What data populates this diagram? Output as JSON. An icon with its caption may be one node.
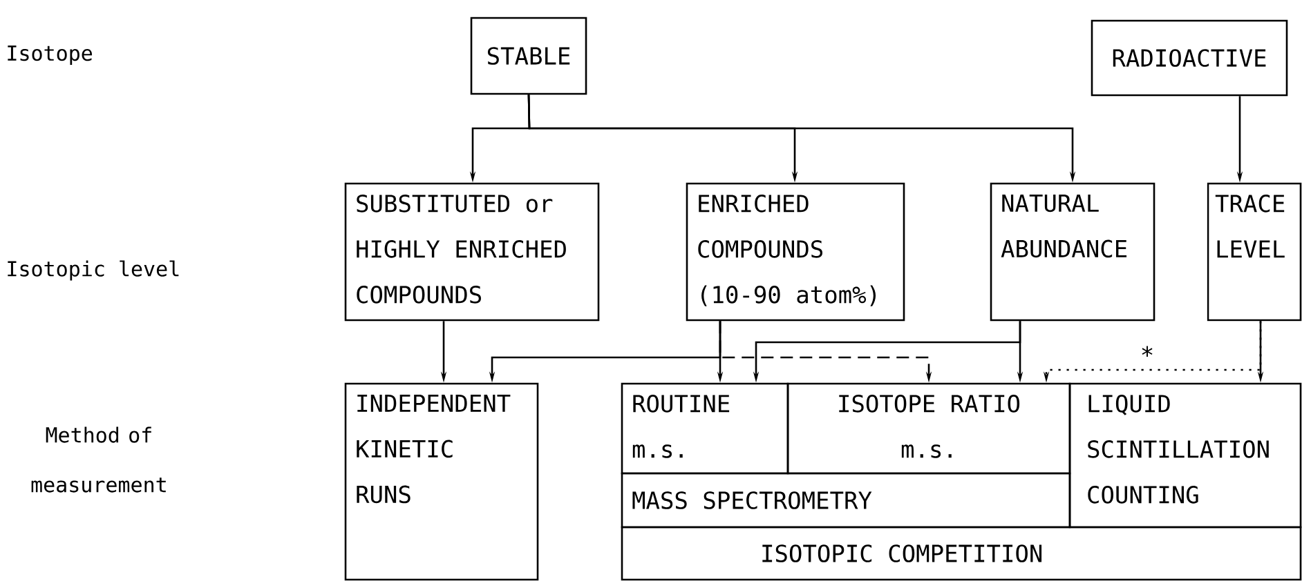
{
  "diagram": {
    "nodes": [
      {
        "text": [
          "STABLE"
        ]
      },
      {
        "text": [
          "RADIOACTIVE"
        ]
      },
      {
        "text": [
          "SUBSTITUTED or HIGHLY ENRICHED COMPOUNDS"
        ]
      },
      {
        "text": [
          "ENRICHED COMPOUNDS (10-90 atom%)"
        ]
      },
      {
        "text": [
          "NATURAL ABUNDANCE"
        ]
      },
      {
        "text": [
          "TRACE LEVEL"
        ]
      },
      {
        "text": [
          "INDEPENDENT KINETIC RUNS"
        ]
      },
      {
        "text": [
          "ROUTINE m.s."
        ]
      },
      {
        "text": [
          "ISOTOPE RATIO m.s."
        ]
      },
      {
        "text": [
          "LIQUID SCINTILLATION COUNTING"
        ]
      },
      {
        "text": [
          "MASS SPECTROMETRY"
        ]
      },
      {
        "text": [
          "ISOTOPIC COMPETITION"
        ]
      }
    ],
    "edges": [
      {
        "from": 0,
        "to": 2,
        "arrow": "to"
      },
      {
        "from": 0,
        "to": 3,
        "arrow": "to"
      },
      {
        "from": 0,
        "to": 4,
        "arrow": "to"
      },
      {
        "from": 1,
        "to": 5,
        "arrow": "to"
      },
      {
        "from": 2,
        "to": 6,
        "arrow": "to"
      },
      {
        "from": 3,
        "to": 7,
        "arrow": "to"
      },
      {
        "from": 3,
        "to": 6,
        "arrow": "to"
      },
      {
        "from": 3,
        "to": 8,
        "arrow": "to",
        "style": "dashed"
      },
      {
        "from": 4,
        "to": 7,
        "arrow": "to"
      },
      {
        "from": 4,
        "to": 8,
        "arrow": "to"
      },
      {
        "from": 5,
        "to": 8,
        "arrow": "to",
        "style": "dashed",
        "label": "*"
      },
      {
        "from": 5,
        "to": 9,
        "arrow": "to"
      }
    ],
    "labels": [
      "Isotope",
      "Isotopic level",
      "Method of measurement"
    ]
  }
}
